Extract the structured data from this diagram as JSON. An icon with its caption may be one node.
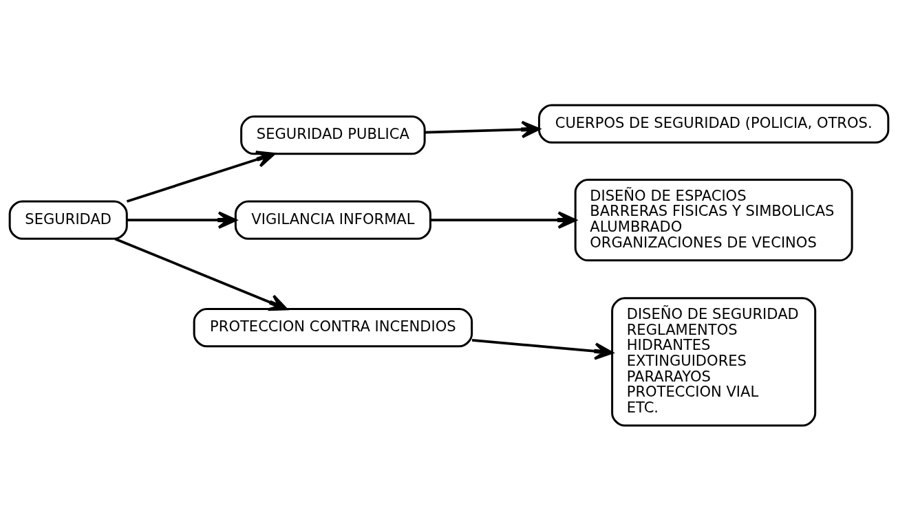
{
  "diagram": {
    "nodes": [
      {
        "text": [
          "SEGURIDAD"
        ]
      },
      {
        "text": [
          "SEGURIDAD PUBLICA"
        ]
      },
      {
        "text": [
          "VIGILANCIA INFORMAL"
        ]
      },
      {
        "text": [
          "PROTECCION CONTRA INCENDIOS"
        ]
      },
      {
        "text": [
          "CUERPOS DE SEGURIDAD (POLICIA, OTROS."
        ]
      },
      {
        "text": [
          "DISEÑO DE ESPACIOS",
          "BARRERAS FISICAS Y SIMBOLICAS",
          "ALUMBRADO",
          "ORGANIZACIONES DE VECINOS"
        ]
      },
      {
        "text": [
          "DISEÑO DE SEGURIDAD",
          "REGLAMENTOS",
          "HIDRANTES",
          "EXTINGUIDORES",
          "PARARAYOS",
          "PROTECCION VIAL",
          "ETC."
        ]
      }
    ],
    "edges": [
      {
        "from": 0,
        "to": 1,
        "arrow": "to"
      },
      {
        "from": 0,
        "to": 2,
        "arrow": "to"
      },
      {
        "from": 0,
        "to": 3,
        "arrow": "to"
      },
      {
        "from": 1,
        "to": 4,
        "arrow": "to"
      },
      {
        "from": 2,
        "to": 5,
        "arrow": "to"
      },
      {
        "from": 3,
        "to": 6,
        "arrow": "to"
      }
    ]
  }
}
